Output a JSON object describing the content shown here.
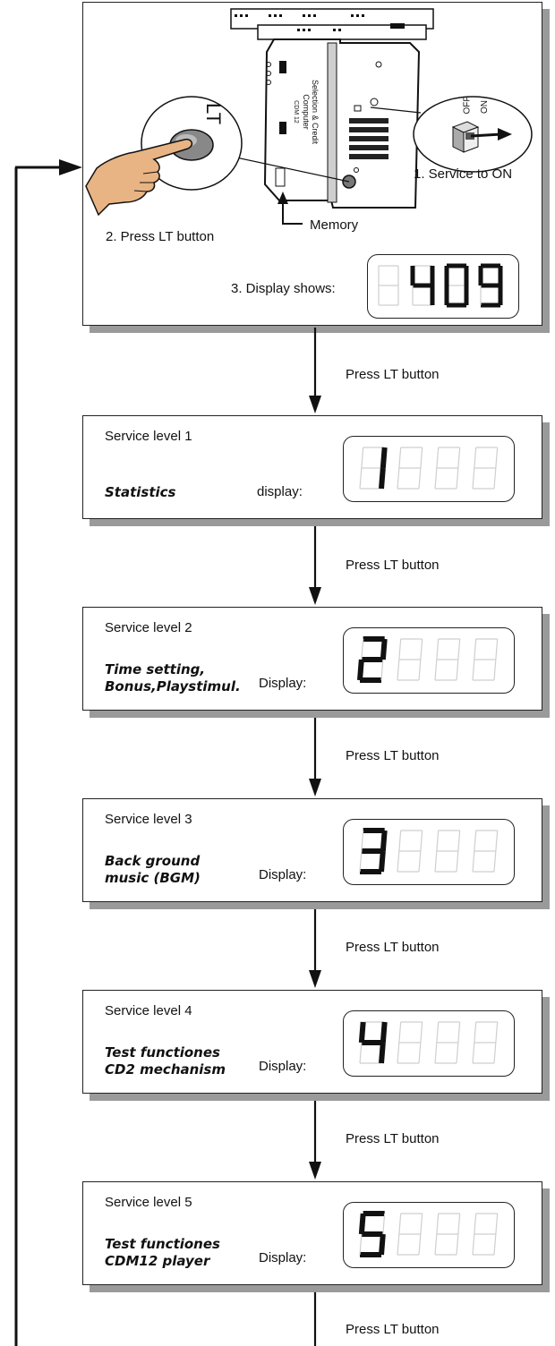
{
  "intro": {
    "step1": "1. Service to  ON",
    "step2": "2. Press LT button",
    "step3": "3. Display shows:",
    "memory_label": "Memory",
    "lt_label": "LT",
    "switch_off": "OFF",
    "switch_on": "ON",
    "board_title": "Selection & Credit Computer",
    "board_sub": "CDM 12",
    "display_value": "409"
  },
  "arrow_label": "Press LT button",
  "levels": [
    {
      "title": "Service level 1",
      "desc": [
        "Statistics"
      ],
      "display_label": "display:",
      "digit": "1"
    },
    {
      "title": "Service level 2",
      "desc": [
        "Time setting,",
        "Bonus,Playstimul."
      ],
      "display_label": "Display:",
      "digit": "2"
    },
    {
      "title": "Service level 3",
      "desc": [
        "Back ground",
        "music (BGM)"
      ],
      "display_label": "Display:",
      "digit": "3"
    },
    {
      "title": "Service level 4",
      "desc": [
        "Test functiones",
        "CD2 mechanism"
      ],
      "display_label": "Display:",
      "digit": "4"
    },
    {
      "title": "Service level 5",
      "desc": [
        "Test functiones",
        "CDM12 player"
      ],
      "display_label": "Display:",
      "digit": "5"
    }
  ],
  "colors": {
    "segment_on": "#111111",
    "segment_off": "#cfcfcf",
    "shadow": "#9a9a9a",
    "skin": "#e9b483"
  }
}
